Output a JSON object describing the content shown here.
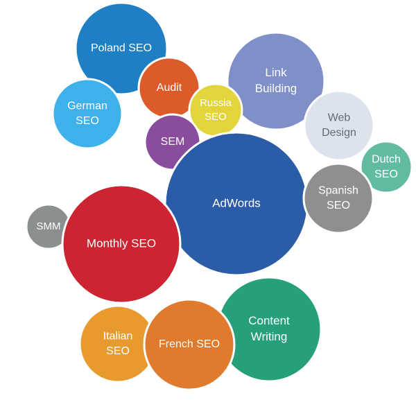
{
  "bubbles": [
    {
      "id": "poland-seo",
      "lines": [
        "Poland SEO"
      ],
      "color": "#1f7fc4"
    },
    {
      "id": "link-building",
      "lines": [
        "Link",
        "Building"
      ],
      "color": "#7f8fc8"
    },
    {
      "id": "audit",
      "lines": [
        "Audit"
      ],
      "color": "#dd5a2b"
    },
    {
      "id": "german-seo",
      "lines": [
        "German",
        "SEO"
      ],
      "color": "#3fb1ea"
    },
    {
      "id": "russia-seo",
      "lines": [
        "Russia",
        "SEO"
      ],
      "color": "#e2d43a"
    },
    {
      "id": "web-design",
      "lines": [
        "Web",
        "Design"
      ],
      "color": "#dde3ec",
      "text_color": "dark"
    },
    {
      "id": "sem",
      "lines": [
        "SEM"
      ],
      "color": "#8a4c9d"
    },
    {
      "id": "dutch-seo",
      "lines": [
        "Dutch",
        "SEO"
      ],
      "color": "#61bba2"
    },
    {
      "id": "adwords",
      "lines": [
        "AdWords"
      ],
      "color": "#2a5ca8"
    },
    {
      "id": "spanish-seo",
      "lines": [
        "Spanish",
        "SEO"
      ],
      "color": "#8f8f8f"
    },
    {
      "id": "smm",
      "lines": [
        "SMM"
      ],
      "color": "#8c8f8f"
    },
    {
      "id": "monthly-seo",
      "lines": [
        "Monthly SEO"
      ],
      "color": "#cc2531"
    },
    {
      "id": "content-writing",
      "lines": [
        "Content",
        "Writing"
      ],
      "color": "#26a07b"
    },
    {
      "id": "italian-seo",
      "lines": [
        "Italian",
        "SEO"
      ],
      "color": "#e89a2e"
    },
    {
      "id": "french-seo",
      "lines": [
        "French SEO"
      ],
      "color": "#e07a2c"
    }
  ]
}
